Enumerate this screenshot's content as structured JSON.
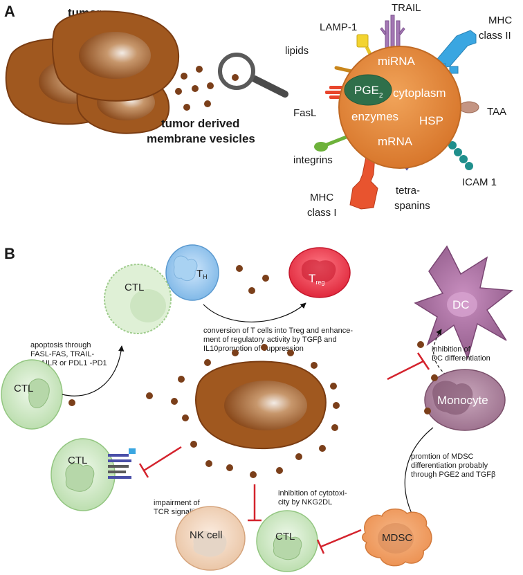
{
  "panels": {
    "a": "A",
    "b": "B"
  },
  "panel_a": {
    "tumor_label": "tumor",
    "vesicles_label_line1": "tumor derived",
    "vesicles_label_line2": "membrane vesicles",
    "interior": {
      "mirna": "miRNA",
      "pge2_base": "PGE",
      "pge2_sub": "2",
      "cytoplasm": "cytoplasm",
      "enzymes": "enzymes",
      "hsp": "HSP",
      "mrna": "mRNA"
    },
    "surface": {
      "trail": "TRAIL",
      "lamp1": "LAMP-1",
      "lipids": "lipids",
      "fasl": "FasL",
      "integrins": "integrins",
      "mhc1_line1": "MHC",
      "mhc1_line2": "class I",
      "tetra_line1": "tetra-",
      "tetra_line2": "spanins",
      "icam": "ICAM 1",
      "taa": "TAA",
      "mhc2_line1": "MHC",
      "mhc2_line2": "class II"
    },
    "colors": {
      "tumor_fill": "#a0581f",
      "vesicle_fill": "#e8893a",
      "dot_fill": "#7b3f1a"
    }
  },
  "panel_b": {
    "cells": {
      "ctl_dying": "CTL",
      "th_base": "T",
      "th_sub": "H",
      "treg_base": "T",
      "treg_sub": "reg",
      "dc": "DC",
      "ctl_left": "CTL",
      "monocyte": "Monocyte",
      "ctl_tcr": "CTL",
      "mdsc": "MDSC",
      "nk": "NK cell",
      "ctl_bottom": "CTL"
    },
    "captions": {
      "apoptosis": [
        "apoptosis through",
        "FASL-FAS, TRAIL-",
        "TRAILR or PDL1 -PD1"
      ],
      "treg": [
        "conversion of T cells into Treg  and enhance-",
        "ment of regulatory activity by TGFβ and",
        "IL10promotion of suppression"
      ],
      "dc": [
        "inhibition of",
        "DC differentiation"
      ],
      "mdsc": [
        "promtion of MDSC",
        "differentiation probably",
        "through PGE2 and TGFβ"
      ],
      "tcr": [
        "impairment of",
        "TCR signalling"
      ],
      "nk": [
        "inhibition of cytotoxi-",
        "city by NKG2DL"
      ]
    }
  }
}
